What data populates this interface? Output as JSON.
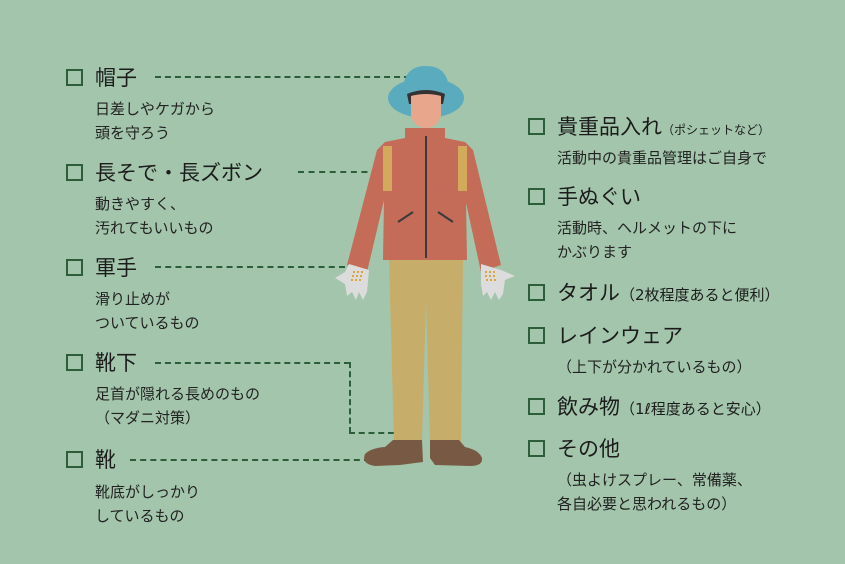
{
  "left_items": [
    {
      "title": "帽子",
      "desc": [
        "日差しやケガから",
        "頭を守ろう"
      ]
    },
    {
      "title": "長そで・長ズボン",
      "desc": [
        "動きやすく、",
        "汚れてもいいもの"
      ]
    },
    {
      "title": "軍手",
      "desc": [
        "滑り止めが",
        "ついているもの"
      ]
    },
    {
      "title": "靴下",
      "desc": [
        "足首が隠れる長めのもの",
        "（マダニ対策）"
      ]
    },
    {
      "title": "靴",
      "desc": [
        "靴底がしっかり",
        "しているもの"
      ]
    }
  ],
  "right_items": [
    {
      "title": "貴重品入れ",
      "note": "（ポシェットなど）",
      "desc": [
        "活動中の貴重品管理はご自身で"
      ]
    },
    {
      "title": "手ぬぐい",
      "desc": [
        "活動時、ヘルメットの下に",
        "かぶります"
      ]
    },
    {
      "title": "タオル",
      "note": "（2枚程度あると便利）",
      "desc": []
    },
    {
      "title": "レインウェア",
      "desc": [
        "（上下が分かれているもの）"
      ]
    },
    {
      "title": "飲み物",
      "note": "（1ℓ程度あると安心）",
      "desc": []
    },
    {
      "title": "その他",
      "desc": [
        "（虫よけスプレー、常備薬、",
        "各自必要と思われるもの）"
      ]
    }
  ],
  "colors": {
    "background": "#a2c5ab",
    "checkbox": "#2c5e3a",
    "hat": "#5aabbd",
    "face": "#e8a68c",
    "jacket": "#c46c58",
    "backpack_strap": "#d3a95c",
    "pants": "#c7ad6a",
    "shoes": "#785a44",
    "gloves": "#dcdcdc"
  }
}
